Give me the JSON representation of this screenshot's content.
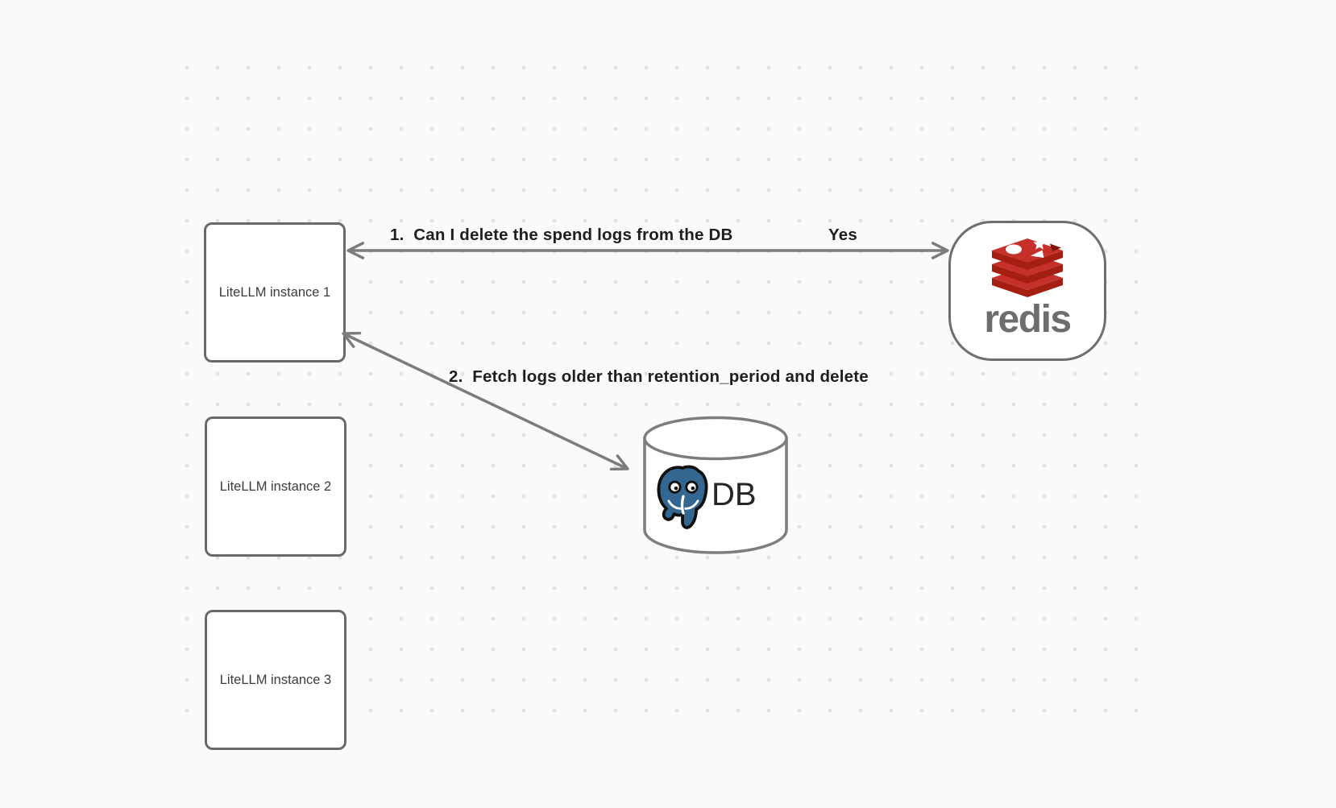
{
  "canvas": {
    "background_color": "#FAFAF9",
    "dot_color": "#E3E3E3"
  },
  "nodes": {
    "litellm_instances": [
      {
        "label": "LiteLLM instance 1"
      },
      {
        "label": "LiteLLM instance 2"
      },
      {
        "label": "LiteLLM instance 3"
      }
    ],
    "redis": {
      "wordmark": "redis",
      "logo_icon": "redis-stack-icon",
      "brand_red": "#C6302B",
      "brand_red_dark": "#A41E11",
      "wordmark_color": "#6D6D6D"
    },
    "db": {
      "label": "DB",
      "logo_icon": "postgresql-elephant-icon",
      "elephant_color": "#336791"
    }
  },
  "edges": [
    {
      "label": "1.  Can I delete the spend logs from the DB",
      "response": "Yes",
      "from": "redis",
      "to": "litellm-instance-1",
      "direction": "bidirectional"
    },
    {
      "label": "2.  Fetch logs older than retention_period and delete",
      "from": "litellm-instance-1",
      "to": "db",
      "direction": "bidirectional"
    }
  ],
  "colors": {
    "arrow": "#7C7C7C",
    "node_border": "#696969",
    "edge_label_text": "#1E1E1E",
    "node_text": "#3C3C3C"
  }
}
